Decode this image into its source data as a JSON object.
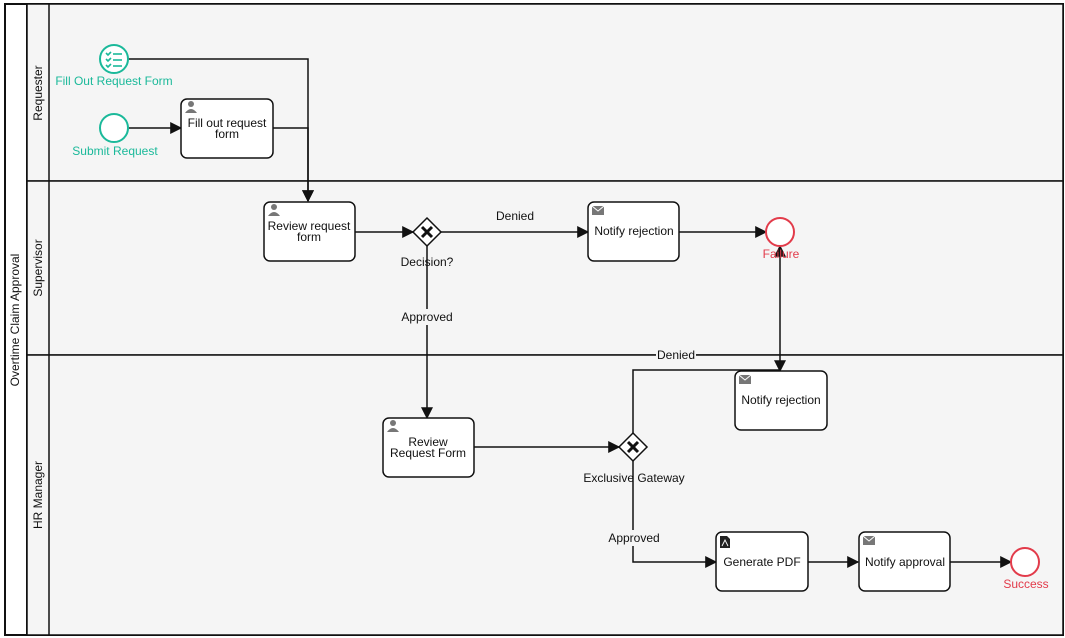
{
  "pool": {
    "label": "Overtime Claim Approval"
  },
  "lanes": [
    {
      "label": "Requester"
    },
    {
      "label": "Supervisor"
    },
    {
      "label": "HR Manager"
    }
  ],
  "events": {
    "start_form": {
      "label": "Fill Out Request Form"
    },
    "start_submit": {
      "label": "Submit Request"
    },
    "end_failure": {
      "label": "Failure"
    },
    "end_success": {
      "label": "Success"
    }
  },
  "tasks": {
    "fill_form": {
      "line1": "Fill out request",
      "line2": "form"
    },
    "review_supervisor": {
      "line1": "Review request",
      "line2": "form"
    },
    "notify_rejection_supervisor": {
      "line1": "Notify rejection"
    },
    "review_hr": {
      "line1": "Review",
      "line2": "Request Form"
    },
    "notify_rejection_hr": {
      "line1": "Notify rejection"
    },
    "generate_pdf": {
      "line1": "Generate PDF"
    },
    "notify_approval": {
      "line1": "Notify approval"
    }
  },
  "gateways": {
    "decision": {
      "label": "Decision?"
    },
    "exclusive": {
      "label": "Exclusive Gateway"
    }
  },
  "flows": {
    "denied_supervisor": "Denied",
    "approved_supervisor": "Approved",
    "denied_hr": "Denied",
    "approved_hr": "Approved"
  },
  "colors": {
    "start_event": "#1bb99a",
    "end_event": "#e23b4a",
    "lane_fill": "#f5f5f5",
    "stroke": "#111111"
  }
}
